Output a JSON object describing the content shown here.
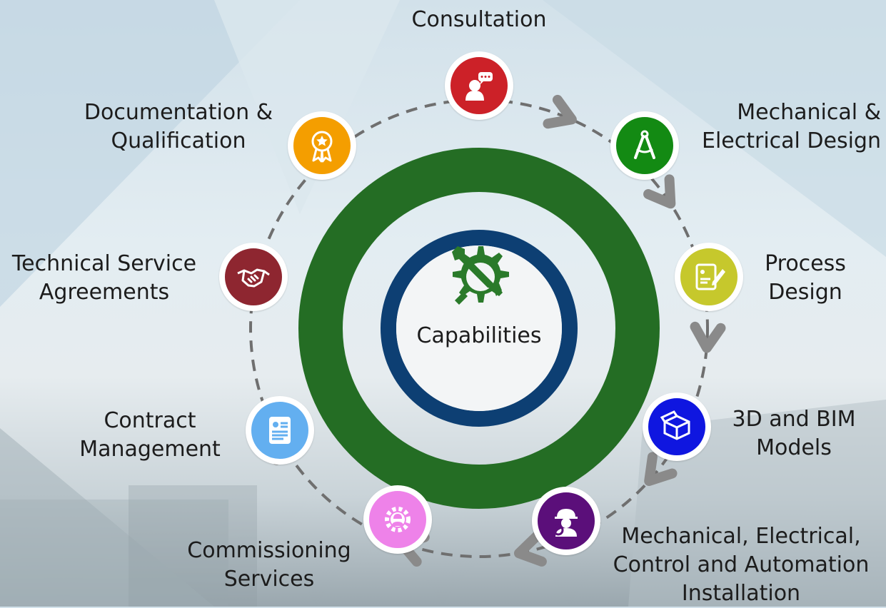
{
  "center": {
    "title": "Capabilities",
    "icon": "wrench-gear-icon"
  },
  "colors": {
    "outer_ring": "#246d24",
    "inner_ring": "#0d3f73",
    "gear": "#2a7a2a",
    "cycle_arrows": "#8a8a8a"
  },
  "steps": [
    {
      "id": "consultation",
      "lines": [
        "Consultation"
      ],
      "color": "#cc2128",
      "icon": "consultant-speech-icon"
    },
    {
      "id": "mech-elec-design",
      "lines": [
        "Mechanical &",
        "Electrical Design"
      ],
      "color": "#138a13",
      "icon": "drafting-compass-icon"
    },
    {
      "id": "process-design",
      "lines": [
        "Process",
        "Design"
      ],
      "color": "#c6c82c",
      "icon": "document-pen-icon"
    },
    {
      "id": "3d-bim",
      "lines": [
        "3D and BIM",
        "Models"
      ],
      "color": "#0f16e0",
      "icon": "3d-box-icon"
    },
    {
      "id": "installation",
      "lines": [
        "Mechanical, Electrical,",
        "Control and Automation",
        "Installation"
      ],
      "color": "#5b0f7a",
      "icon": "engineer-helmet-icon"
    },
    {
      "id": "commissioning",
      "lines": [
        "Commissioning",
        "Services"
      ],
      "color": "#ee82e9",
      "icon": "gear-worker-icon"
    },
    {
      "id": "contract-mgmt",
      "lines": [
        "Contract",
        "Management"
      ],
      "color": "#63aff0",
      "icon": "contract-document-icon"
    },
    {
      "id": "tsa",
      "lines": [
        "Technical Service",
        "Agreements"
      ],
      "color": "#8e2630",
      "icon": "handshake-icon"
    },
    {
      "id": "documentation",
      "lines": [
        "Documentation &",
        "Qualification"
      ],
      "color": "#f49e00",
      "icon": "award-ribbon-icon"
    }
  ]
}
